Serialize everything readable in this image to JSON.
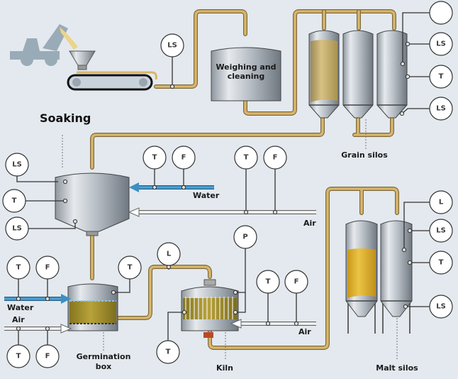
{
  "title": "Malting process diagram",
  "labels": {
    "soaking": "Soaking",
    "weighing": [
      "Weighing and",
      "cleaning"
    ],
    "grain_silos": "Grain silos",
    "water_1": "Water",
    "air_1": "Air",
    "water_2": "Water",
    "air_2": "Air",
    "germination": [
      "Germination",
      "box"
    ],
    "kiln": "Kiln",
    "air_3": "Air",
    "malt_silos": "Malt silos"
  },
  "gauges": {
    "conveyor_ls": "LS",
    "grain_top": "",
    "grain_ls1": "LS",
    "grain_t": "T",
    "grain_ls2": "LS",
    "soak_ls1": "LS",
    "soak_t": "T",
    "soak_ls2": "LS",
    "water_t": "T",
    "water_f": "F",
    "air_t": "T",
    "air_f": "F",
    "germ_water_t": "T",
    "germ_water_f": "F",
    "germ_t": "T",
    "germ_air_t": "T",
    "germ_air_f": "F",
    "pipe_l": "L",
    "kiln_p": "P",
    "kiln_t": "T",
    "kiln_air_t": "T",
    "kiln_air_f": "F",
    "malt_l": "L",
    "malt_ls1": "LS",
    "malt_t": "T",
    "malt_ls2": "LS"
  },
  "colors": {
    "background": "#e3e9ee",
    "grain_pipe": "#d9b56a",
    "water_pipe": "#3b8fc4",
    "grain_fill": "#cdb272",
    "malt_fill": "#e4b830",
    "germ_fill": "#a8952e"
  }
}
